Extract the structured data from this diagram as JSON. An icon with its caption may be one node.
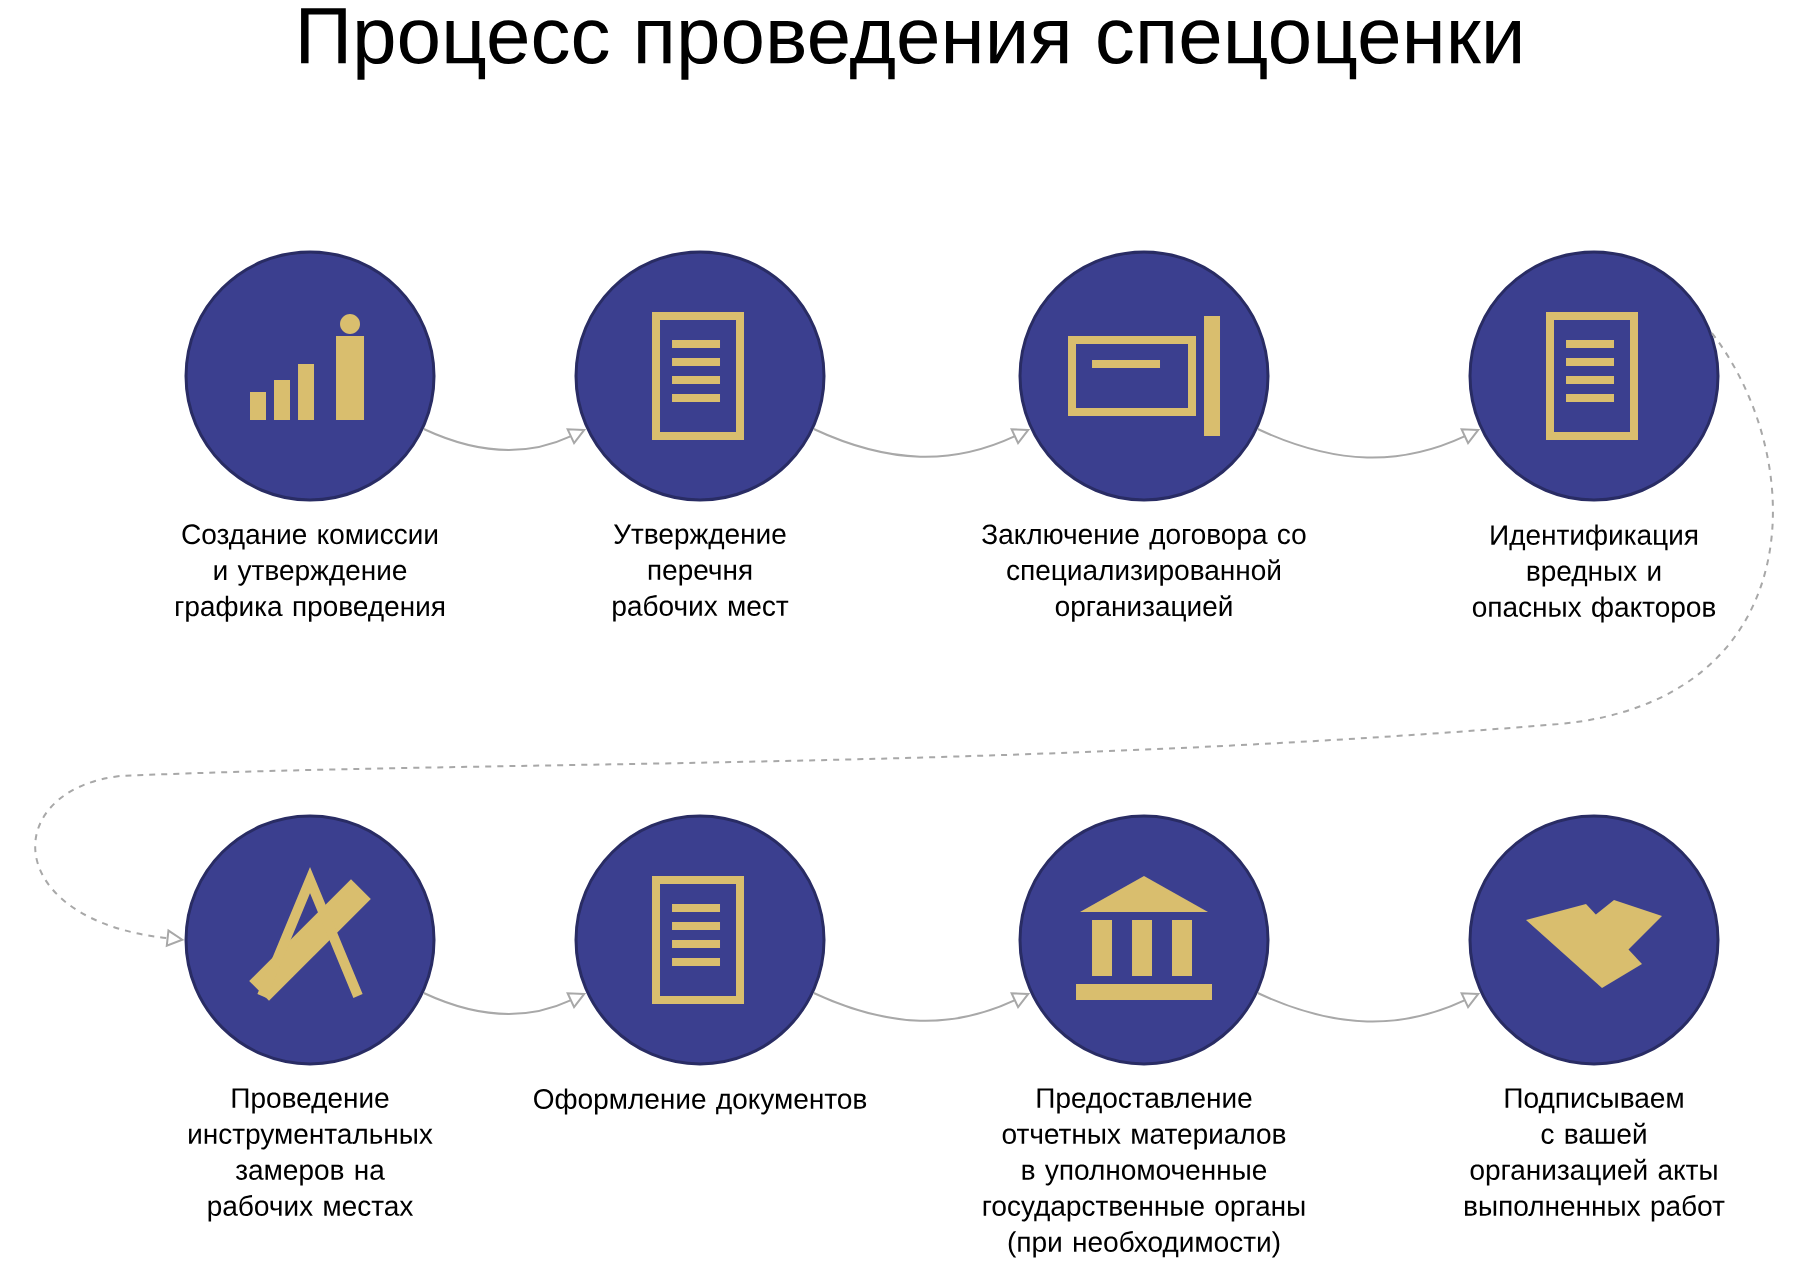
{
  "diagram": {
    "title": "Процесс проведения спецоценки",
    "nodes": [
      {
        "text": [
          "Создание комиссии и утверждение графика проведения"
        ]
      },
      {
        "text": [
          "Утверждение перечня рабочих мест"
        ]
      },
      {
        "text": [
          "Заключение договора со специализированной организацией"
        ]
      },
      {
        "text": [
          "Идентификация вредных и опасных факторов"
        ]
      },
      {
        "text": [
          "Проведение инструментальных замеров на рабочих местах"
        ]
      },
      {
        "text": [
          "Оформление документов"
        ]
      },
      {
        "text": [
          "Предоставление отчетных материалов в уполномоченные государственные органы (при необходимости)"
        ]
      },
      {
        "text": [
          "Подписываем с вашей организацией акты выполненных работ"
        ]
      }
    ],
    "edges": [
      {
        "from": 0,
        "to": 1,
        "arrow": "to"
      },
      {
        "from": 1,
        "to": 2,
        "arrow": "to"
      },
      {
        "from": 2,
        "to": 3,
        "arrow": "to"
      },
      {
        "from": 3,
        "to": 4,
        "arrow": "to",
        "style": "dashed"
      },
      {
        "from": 4,
        "to": 5,
        "arrow": "to"
      },
      {
        "from": 5,
        "to": 6,
        "arrow": "to"
      },
      {
        "from": 6,
        "to": 7,
        "arrow": "to"
      }
    ]
  }
}
